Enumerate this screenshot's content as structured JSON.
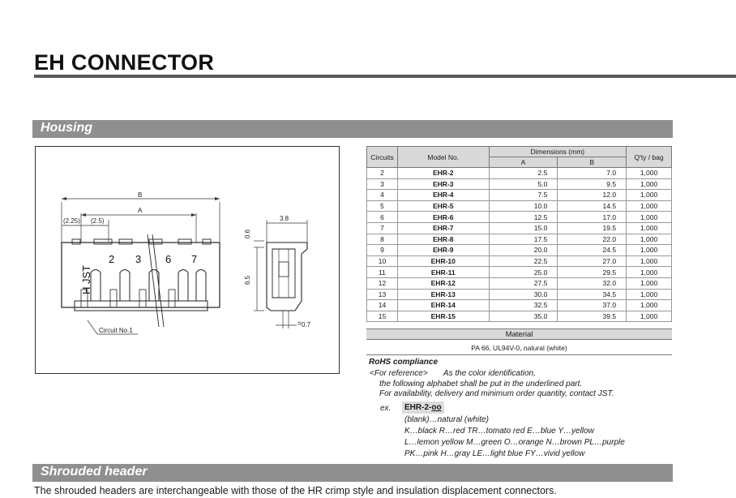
{
  "page": {
    "title": "EH CONNECTOR",
    "housing_section": "Housing",
    "shrouded_section": "Shrouded header",
    "footer_text": "The shrouded headers are interchangeable with those of the HR crimp style and insulation displacement connectors."
  },
  "drawing": {
    "dim_b": "B",
    "dim_a": "A",
    "dim_225": "(2.25)",
    "dim_25": "(2.5)",
    "pin_labels": [
      "2",
      "3",
      "6",
      "7"
    ],
    "brand_text": "H JST",
    "circuit_label": "Circuit No.1",
    "side_dim_38": "3.8",
    "side_dim_06": "0.6",
    "side_dim_65": "6.5",
    "side_dim_07": "0.7"
  },
  "table": {
    "headers": {
      "circuits": "Circuits",
      "model": "Model No.",
      "dimensions": "Dimensions (mm)",
      "a": "A",
      "b": "B",
      "qty": "Q'ty / bag"
    },
    "rows": [
      {
        "circuits": "2",
        "model": "EHR-2",
        "a": "2.5",
        "b": "7.0",
        "qty": "1,000"
      },
      {
        "circuits": "3",
        "model": "EHR-3",
        "a": "5.0",
        "b": "9.5",
        "qty": "1,000"
      },
      {
        "circuits": "4",
        "model": "EHR-4",
        "a": "7.5",
        "b": "12.0",
        "qty": "1,000"
      },
      {
        "circuits": "5",
        "model": "EHR-5",
        "a": "10.0",
        "b": "14.5",
        "qty": "1,000"
      },
      {
        "circuits": "6",
        "model": "EHR-6",
        "a": "12.5",
        "b": "17.0",
        "qty": "1,000"
      },
      {
        "circuits": "7",
        "model": "EHR-7",
        "a": "15.0",
        "b": "19.5",
        "qty": "1,000"
      },
      {
        "circuits": "8",
        "model": "EHR-8",
        "a": "17.5",
        "b": "22.0",
        "qty": "1,000"
      },
      {
        "circuits": "9",
        "model": "EHR-9",
        "a": "20.0",
        "b": "24.5",
        "qty": "1,000"
      },
      {
        "circuits": "10",
        "model": "EHR-10",
        "a": "22.5",
        "b": "27.0",
        "qty": "1,000"
      },
      {
        "circuits": "11",
        "model": "EHR-11",
        "a": "25.0",
        "b": "29.5",
        "qty": "1,000"
      },
      {
        "circuits": "12",
        "model": "EHR-12",
        "a": "27.5",
        "b": "32.0",
        "qty": "1,000"
      },
      {
        "circuits": "13",
        "model": "EHR-13",
        "a": "30.0",
        "b": "34.5",
        "qty": "1,000"
      },
      {
        "circuits": "14",
        "model": "EHR-14",
        "a": "32.5",
        "b": "37.0",
        "qty": "1,000"
      },
      {
        "circuits": "15",
        "model": "EHR-15",
        "a": "35.0",
        "b": "39.5",
        "qty": "1,000"
      }
    ]
  },
  "material": {
    "header": "Material",
    "value": "PA 66, UL94V-0, natural (white)"
  },
  "rohs": {
    "title": "RoHS compliance",
    "ref_prefix": "<For reference>",
    "ref_text": "As the color identification,",
    "line2": "the following alphabet shall be put in the underlined part.",
    "line3": "For availability, delivery and minimum order quantity, contact JST.",
    "ex_label": "ex.",
    "ex_code_base": "EHR-2-",
    "ex_code_suffix": "oo",
    "colors": [
      "(blank)…natural (white)",
      "K…black   R…red   TR…tomato red   E…blue   Y…yellow",
      "L…lemon yellow   M…green   O…orange   N…brown   PL…purple",
      "PK…pink   H…gray   LE…light blue   FY…vivid yellow"
    ]
  }
}
